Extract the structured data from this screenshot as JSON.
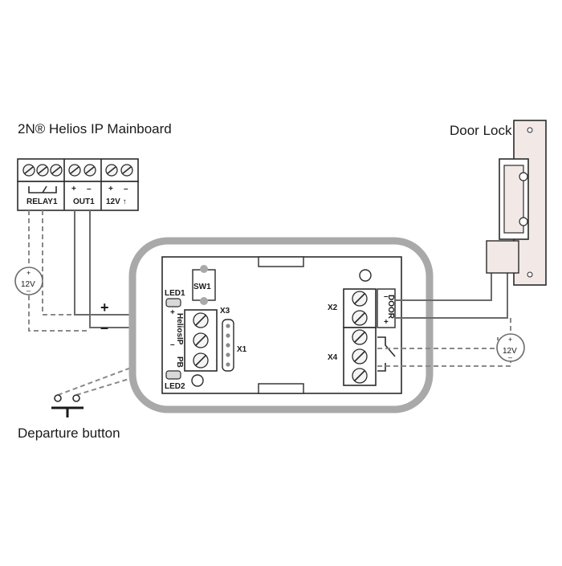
{
  "labels": {
    "mainboard": "2N® Helios IP Mainboard",
    "door_lock": "Door Lock",
    "departure_button": "Departure button"
  },
  "terminals": {
    "relay1": "RELAY1",
    "out1": "OUT1",
    "v12": "12V ↑",
    "plus": "+",
    "minus": "–"
  },
  "module": {
    "led1": "LED1",
    "led2": "LED2",
    "sw1": "SW1",
    "x1": "X1",
    "x2": "X2",
    "x3": "X3",
    "x4": "X4",
    "heliosip": "HeliosIP",
    "pb": "PB",
    "door": "DOOR",
    "plus": "+",
    "minus": "–"
  },
  "power": {
    "left": "12V",
    "right": "12V",
    "plus": "+",
    "minus": "–"
  },
  "wire_signs": {
    "plus": "+",
    "minus": "–"
  },
  "colors": {
    "wire": "#6b6b6b",
    "dashed_wire": "#8a8a8a",
    "case": "#a9a9a9",
    "lock": "#f2e8e6"
  }
}
